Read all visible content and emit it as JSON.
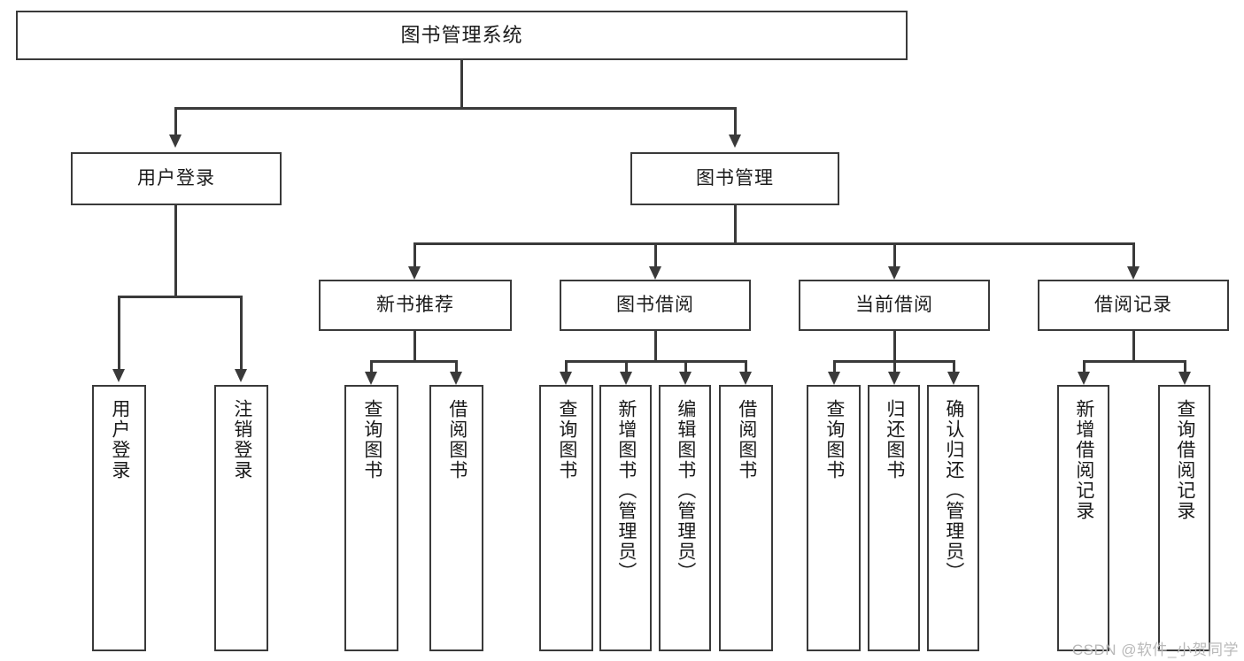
{
  "diagram": {
    "type": "tree-hierarchy-chart",
    "title": "图书管理系统",
    "watermark": "CSDN @软件_小贺同学",
    "colors": {
      "stroke": "#3a3a3a",
      "fill": "#ffffff",
      "text": "#1a1a1a",
      "watermark": "#b9b9b9"
    },
    "levels": {
      "level0": [
        {
          "id": "root",
          "label": "图书管理系统"
        }
      ],
      "level1": [
        {
          "id": "user-login",
          "label": "用户登录",
          "parent": "root"
        },
        {
          "id": "book-manage",
          "label": "图书管理",
          "parent": "root"
        }
      ],
      "level2": [
        {
          "id": "new-book-rec",
          "label": "新书推荐",
          "parent": "book-manage"
        },
        {
          "id": "book-borrow",
          "label": "图书借阅",
          "parent": "book-manage"
        },
        {
          "id": "current-borrow",
          "label": "当前借阅",
          "parent": "book-manage"
        },
        {
          "id": "borrow-record",
          "label": "借阅记录",
          "parent": "book-manage"
        }
      ],
      "leaves": [
        {
          "id": "leaf-1",
          "label": "用户登录",
          "parent": "user-login"
        },
        {
          "id": "leaf-2",
          "label": "注销登录",
          "parent": "user-login"
        },
        {
          "id": "leaf-3",
          "label": "查询图书",
          "parent": "new-book-rec"
        },
        {
          "id": "leaf-4",
          "label": "借阅图书",
          "parent": "new-book-rec"
        },
        {
          "id": "leaf-5",
          "label": "查询图书",
          "parent": "book-borrow"
        },
        {
          "id": "leaf-6",
          "label": "新增图书（管理员）",
          "parent": "book-borrow"
        },
        {
          "id": "leaf-7",
          "label": "编辑图书（管理员）",
          "parent": "book-borrow"
        },
        {
          "id": "leaf-8",
          "label": "借阅图书",
          "parent": "book-borrow"
        },
        {
          "id": "leaf-9",
          "label": "查询图书",
          "parent": "current-borrow"
        },
        {
          "id": "leaf-10",
          "label": "归还图书",
          "parent": "current-borrow"
        },
        {
          "id": "leaf-11",
          "label": "确认归还（管理员）",
          "parent": "current-borrow"
        },
        {
          "id": "leaf-12",
          "label": "新增借阅记录",
          "parent": "borrow-record"
        },
        {
          "id": "leaf-13",
          "label": "查询借阅记录",
          "parent": "borrow-record"
        }
      ]
    }
  }
}
